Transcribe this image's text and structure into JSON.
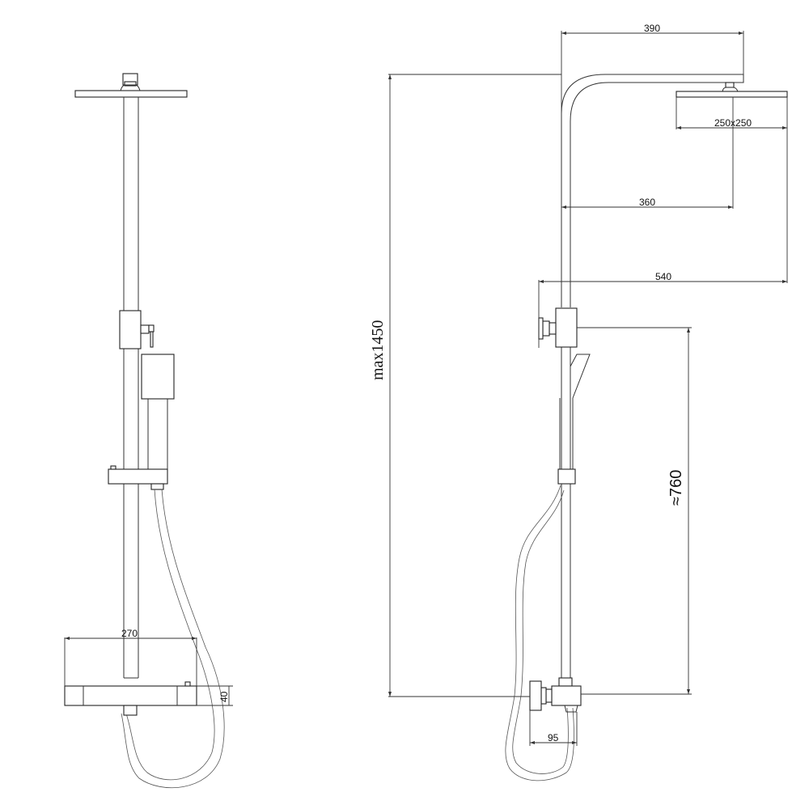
{
  "drawing": {
    "title": "Shower column technical drawing",
    "views": [
      "front-view",
      "side-view"
    ],
    "line_color": "#333333",
    "background": "#ffffff"
  },
  "dimensions": {
    "front_view": {
      "mixer_width": "270",
      "mixer_height": "40"
    },
    "side_view": {
      "arm_reach": "390",
      "head_size": "250x250",
      "head_offset": "360",
      "total_depth": "540",
      "max_height": "max1450",
      "outlet_distance": "≈760",
      "mixer_depth": "95"
    }
  }
}
